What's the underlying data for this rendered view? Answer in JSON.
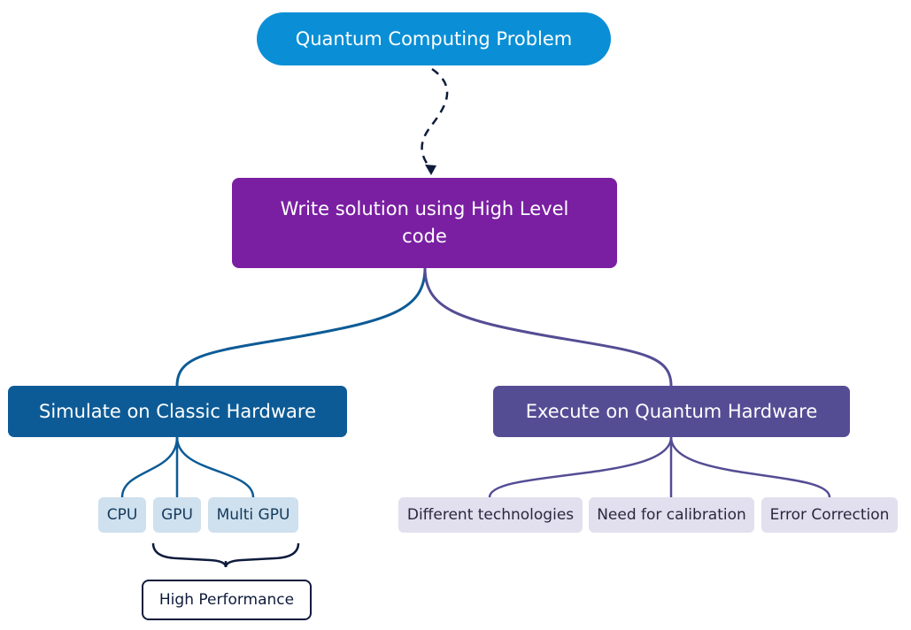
{
  "diagram": {
    "root": {
      "label": "Quantum Computing Problem",
      "color": "#0A8FD6"
    },
    "main": {
      "label": "Write solution using High Level code",
      "color": "#7A1FA2"
    },
    "branches": [
      {
        "label": "Simulate on Classic Hardware",
        "color": "#0D5B96",
        "leaves": [
          "CPU",
          "GPU",
          "Multi GPU"
        ],
        "summary": "High Performance"
      },
      {
        "label": "Execute on Quantum Hardware",
        "color": "#544D94",
        "leaves": [
          "Different technologies",
          "Need for calibration",
          "Error Correction"
        ]
      }
    ],
    "colors": {
      "dashed_arrow": "#0E1B3C",
      "leaf_blue_bg": "#CFE0EE",
      "leaf_purple_bg": "#E2DFEE",
      "summary_border": "#0E1B3C"
    }
  }
}
